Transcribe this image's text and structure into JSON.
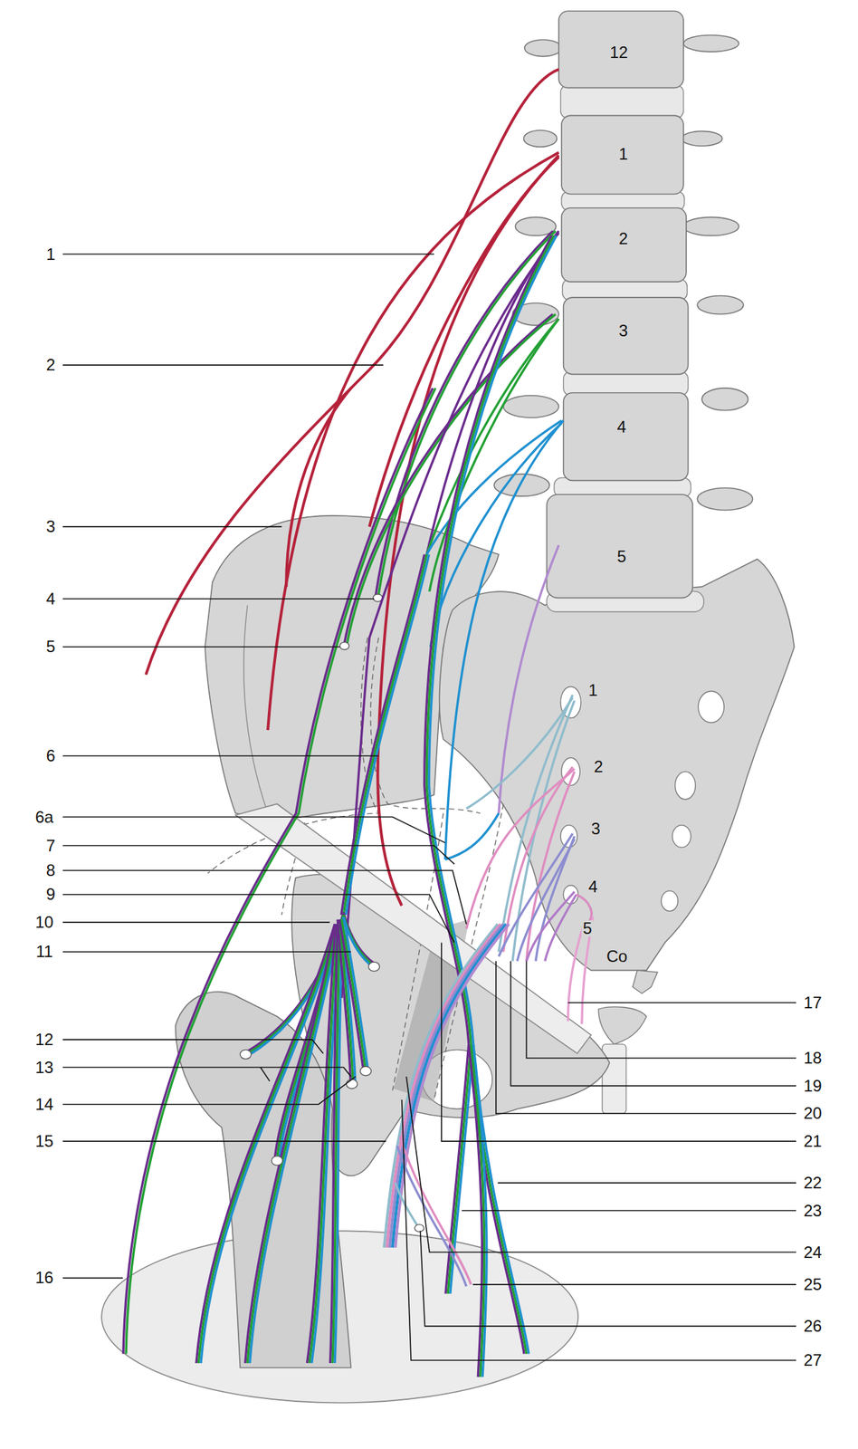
{
  "diagram": {
    "labels": [
      "1",
      "2",
      "3",
      "4",
      "5",
      "6",
      "6a",
      "7",
      "8",
      "9",
      "10",
      "11",
      "12",
      "13",
      "14",
      "15",
      "16",
      "17",
      "18",
      "19",
      "20",
      "21",
      "22",
      "23",
      "24",
      "25",
      "26",
      "27",
      "12",
      "1",
      "2",
      "3",
      "4",
      "5",
      "1",
      "2",
      "3",
      "4",
      "5",
      "Co"
    ]
  }
}
